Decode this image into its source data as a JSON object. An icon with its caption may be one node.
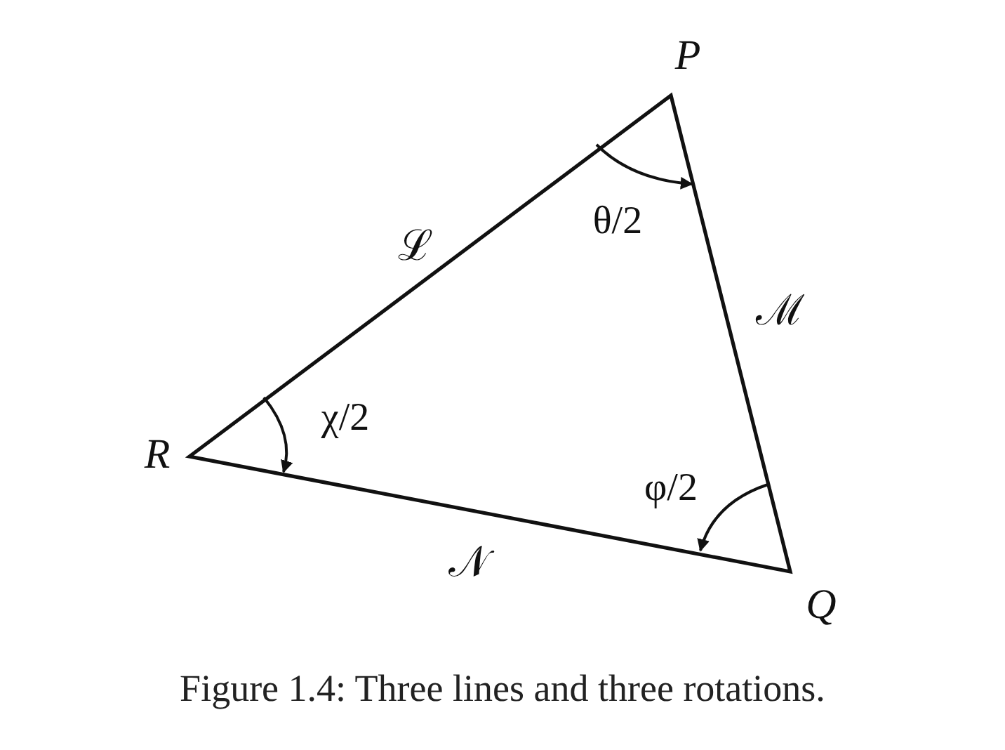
{
  "diagram": {
    "caption": "Figure 1.4: Three lines and three rotations.",
    "labels": [
      "P",
      "ℒ",
      "θ/2",
      "ℳ",
      "R",
      "χ/2",
      "φ/2",
      "𝒩",
      "Q"
    ]
  }
}
